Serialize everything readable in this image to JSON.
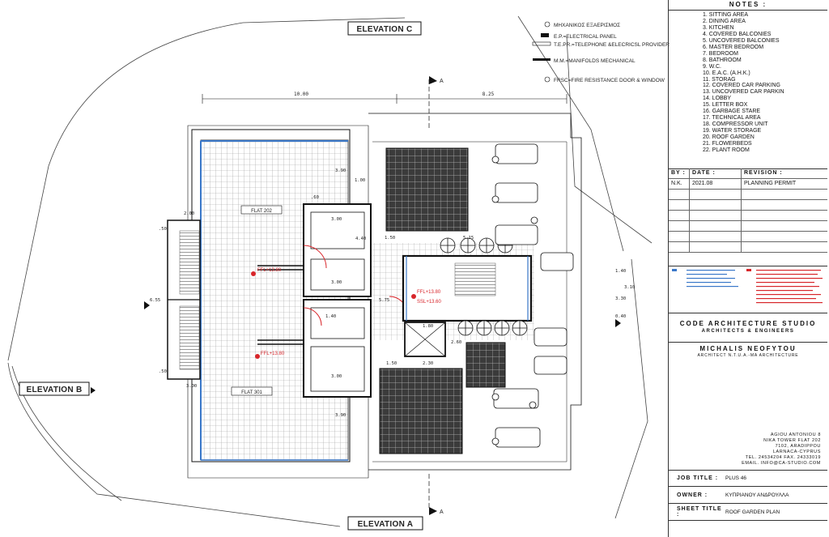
{
  "elevations": {
    "top": "ELEVATION C",
    "left": "ELEVATION B",
    "bottom": "ELEVATION A"
  },
  "section_marks": {
    "a": "A"
  },
  "dimensions": {
    "top_left": "10.00",
    "top_right": "8.25",
    "d_390": "3.90",
    "d_100": "1.00",
    "d_60": ".60",
    "d_200": "2.00",
    "d_300": "3.00",
    "d_440": "4.40",
    "d_150": "1.50",
    "d_515": "5.15",
    "d_655": "6.55",
    "d_50": ".50",
    "d_140": "1.40",
    "d_310": "3.10",
    "d_330": "3.30",
    "d_180": "1.80",
    "d_230": "2.30",
    "d_260": "2.60",
    "d_575": "5.75",
    "d_040": "0.40"
  },
  "flats": {
    "upper": "FLAT 202",
    "lower": "FLAT 301"
  },
  "levels": {
    "ffl_a": "FFL+13.80",
    "ffl_b": "FFL+13.80",
    "ffl_c": "FFL+13.80",
    "ssl_c": "SSL+13.60"
  },
  "map_legend": [
    {
      "sym": "ΜΗΧΑΝΙΚΟΣ ΕΞΑΕΡΙΣΜΟΣ"
    },
    {
      "sym": "E.P.=ELECTRICAL PANEL"
    },
    {
      "sym": "T.E.PR.=TELEPHONE &ELECRICSL PROVIDER"
    },
    {
      "sym": "M.M.=MANIFOLDS MECHANICAL"
    },
    {
      "sym": "FRSC=FIRE RESISTANCE DOOR & WINDOW"
    }
  ],
  "notes_title": "NOTES :",
  "notes": [
    "1.   SITTING AREA",
    "2.   DINING AREA",
    "3.   KITCHEN",
    "4.   COVERED BALCONIES",
    "5.   UNCOVERED BALCONIES",
    "6.   MASTER BEDROOM",
    "7.   BEDROOM",
    "8.   BATHROOM",
    "9.   W.C.",
    "10.  E.A.C. (A.H.K.)",
    "11.  STORAG",
    "12.  COVERED CAR PARKING",
    "13.  UNCOVERED CAR PARKIN",
    "14.  LOBBY",
    "15.  LETTER BOX",
    "16.  GARBAGE STARE",
    "17.  TECHNICAL AREA",
    "18.  COMPRESSOR UNIT",
    "19.  WATER STORAGE",
    "20.  ROOF GARDEN",
    "21.  FLOWERBEDS",
    "22.  PLANT ROOM"
  ],
  "revision": {
    "headers": {
      "by": "BY :",
      "date": "DATE :",
      "rev": "REVISION :"
    },
    "rows": [
      {
        "by": "N.K.",
        "date": "2021.08",
        "rev": "PLANNING PERMIT"
      }
    ]
  },
  "studio": {
    "name": "CODE ARCHITECTURE STUDIO",
    "sub": "ARCHITECTS & ENGINEERS"
  },
  "architect": {
    "name": "MICHALIS NEOFYTOU",
    "sub": "ARCHITECT N.T.U.A.-MA ARCHITECTURE"
  },
  "address": {
    "l1": "AGIOU ANTONIOU 8",
    "l2": "NIKA TOWER FLAT 202",
    "l3": "7102, ARADIPPOU",
    "l4": "LARNACA-CYPRUS",
    "l5": "TEL. 24534204 FAX. 24333019",
    "l6": "EMAIL. INFO@CA-STUDIO.COM"
  },
  "job": {
    "title_label": "JOB TITLE :",
    "title_value": "PLUS 46",
    "owner_label": "OWNER :",
    "owner_value": "ΚΥΠΡΙΑΝΟΥ ΑΝΔΡΟΥΛΛΑ",
    "sheet_label": "SHEET TITLE :",
    "sheet_value": "ROOF GARDEN PLAN"
  },
  "colors": {
    "wall": "#111111",
    "blue_edge": "#3a78c9",
    "red": "#d8262b",
    "grid": "#9a9a9a",
    "panel": "#3b3b3b"
  }
}
